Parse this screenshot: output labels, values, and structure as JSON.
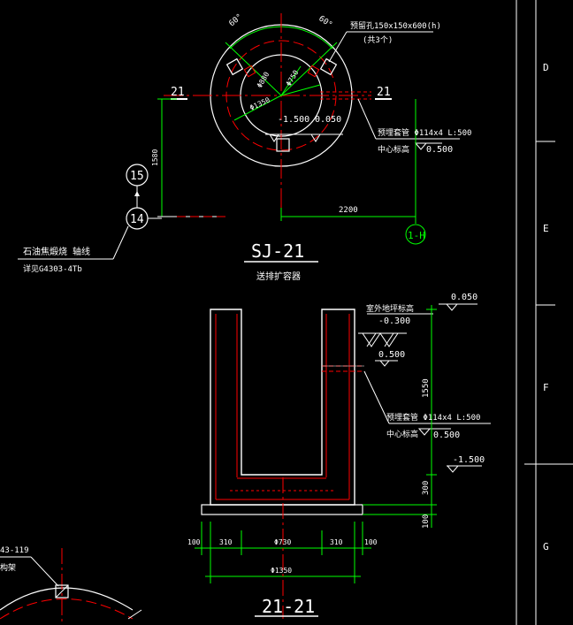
{
  "colors": {
    "background": "#000000",
    "outline": "#ffffff",
    "hidden_line": "#ff0000",
    "dimension": "#00ff00",
    "centerline": "#ff0000"
  },
  "plan": {
    "angle_left": "60°",
    "angle_right": "60°",
    "note_hole": "预留孔150x150x600(h)",
    "note_hole_count": "(共3个)",
    "dia_880": "Φ880",
    "dia_750": "Φ750",
    "dia_1350": "Φ1350",
    "bottom_elev": "-1.500",
    "top_elev": "0.050",
    "section_left": "21",
    "section_right": "21",
    "pipe_note": "预埋套管 Φ114x4 L:500",
    "pipe_center": "中心标高",
    "pipe_center_elev": "0.500",
    "dim_vertical": "1580",
    "dim_horizontal": "2200",
    "axis_15": "15",
    "axis_14": "14",
    "axis_H": "1-H",
    "axis_note1": "石油焦煅烧 轴线",
    "axis_note2": "详见G4303-4Tb",
    "title": "SJ-21",
    "subtitle": "送排扩容器"
  },
  "section": {
    "elev_top": "0.050",
    "ground_note": "室外地坪标高",
    "ground_elev": "-0.300",
    "pipe_elev_mark": "0.500",
    "pipe_note": "预埋套管 Φ114x4 L:500",
    "pipe_center": "中心标高",
    "pipe_center_elev": "0.500",
    "elev_bottom": "-1.500",
    "dim_1550": "1550",
    "dim_300": "300",
    "dim_100": "100",
    "dim_b1": "100",
    "dim_b2": "310",
    "dim_b3": "Φ730",
    "dim_b4": "310",
    "dim_b5": "100",
    "dim_total": "Φ1350",
    "title": "21-21"
  },
  "fragment": {
    "label1": "43-119",
    "label2": "构架"
  },
  "grid_labels": [
    "D",
    "E",
    "F",
    "G"
  ]
}
